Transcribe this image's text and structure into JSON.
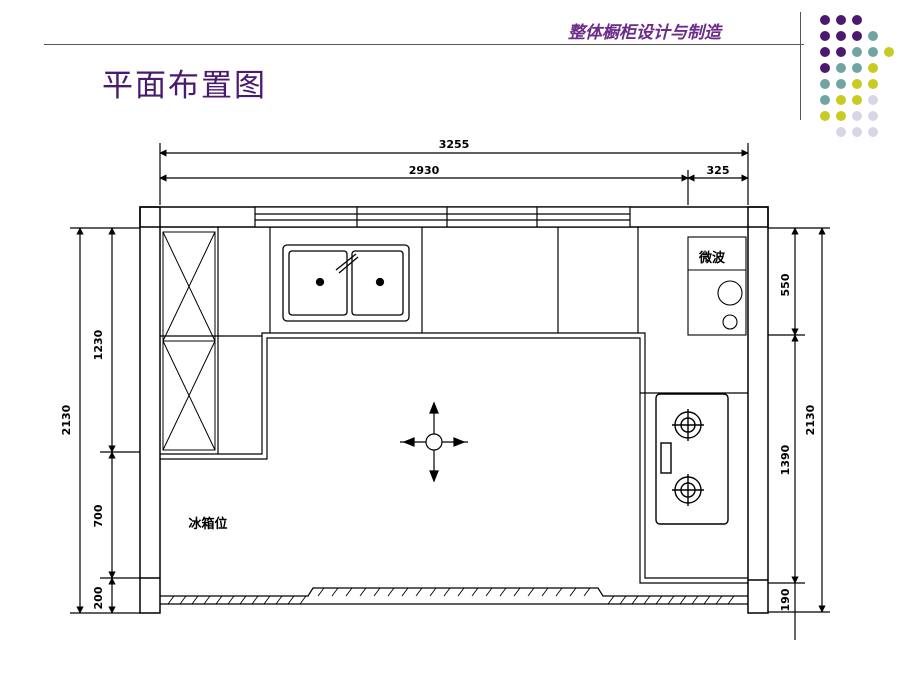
{
  "header": {
    "subtitle": "整体橱柜设计与制造"
  },
  "slide": {
    "title": "平面布置图"
  },
  "drawing": {
    "dims": {
      "total_width": "3255",
      "sub_width_main": "2930",
      "sub_width_small": "325",
      "left_total": "2130",
      "left_upper": "1230",
      "left_mid": "700",
      "left_low": "200",
      "right_total": "2130",
      "right_upper": "550",
      "right_mid": "1390",
      "right_low": "190"
    },
    "labels": {
      "appliance": "微波",
      "fridge": "冰箱位"
    }
  },
  "colors": {
    "purple": "#4a1a6e",
    "teal": "#6fa5a0",
    "lime": "#c8cc1f",
    "lavender": "#d6d6e6"
  }
}
